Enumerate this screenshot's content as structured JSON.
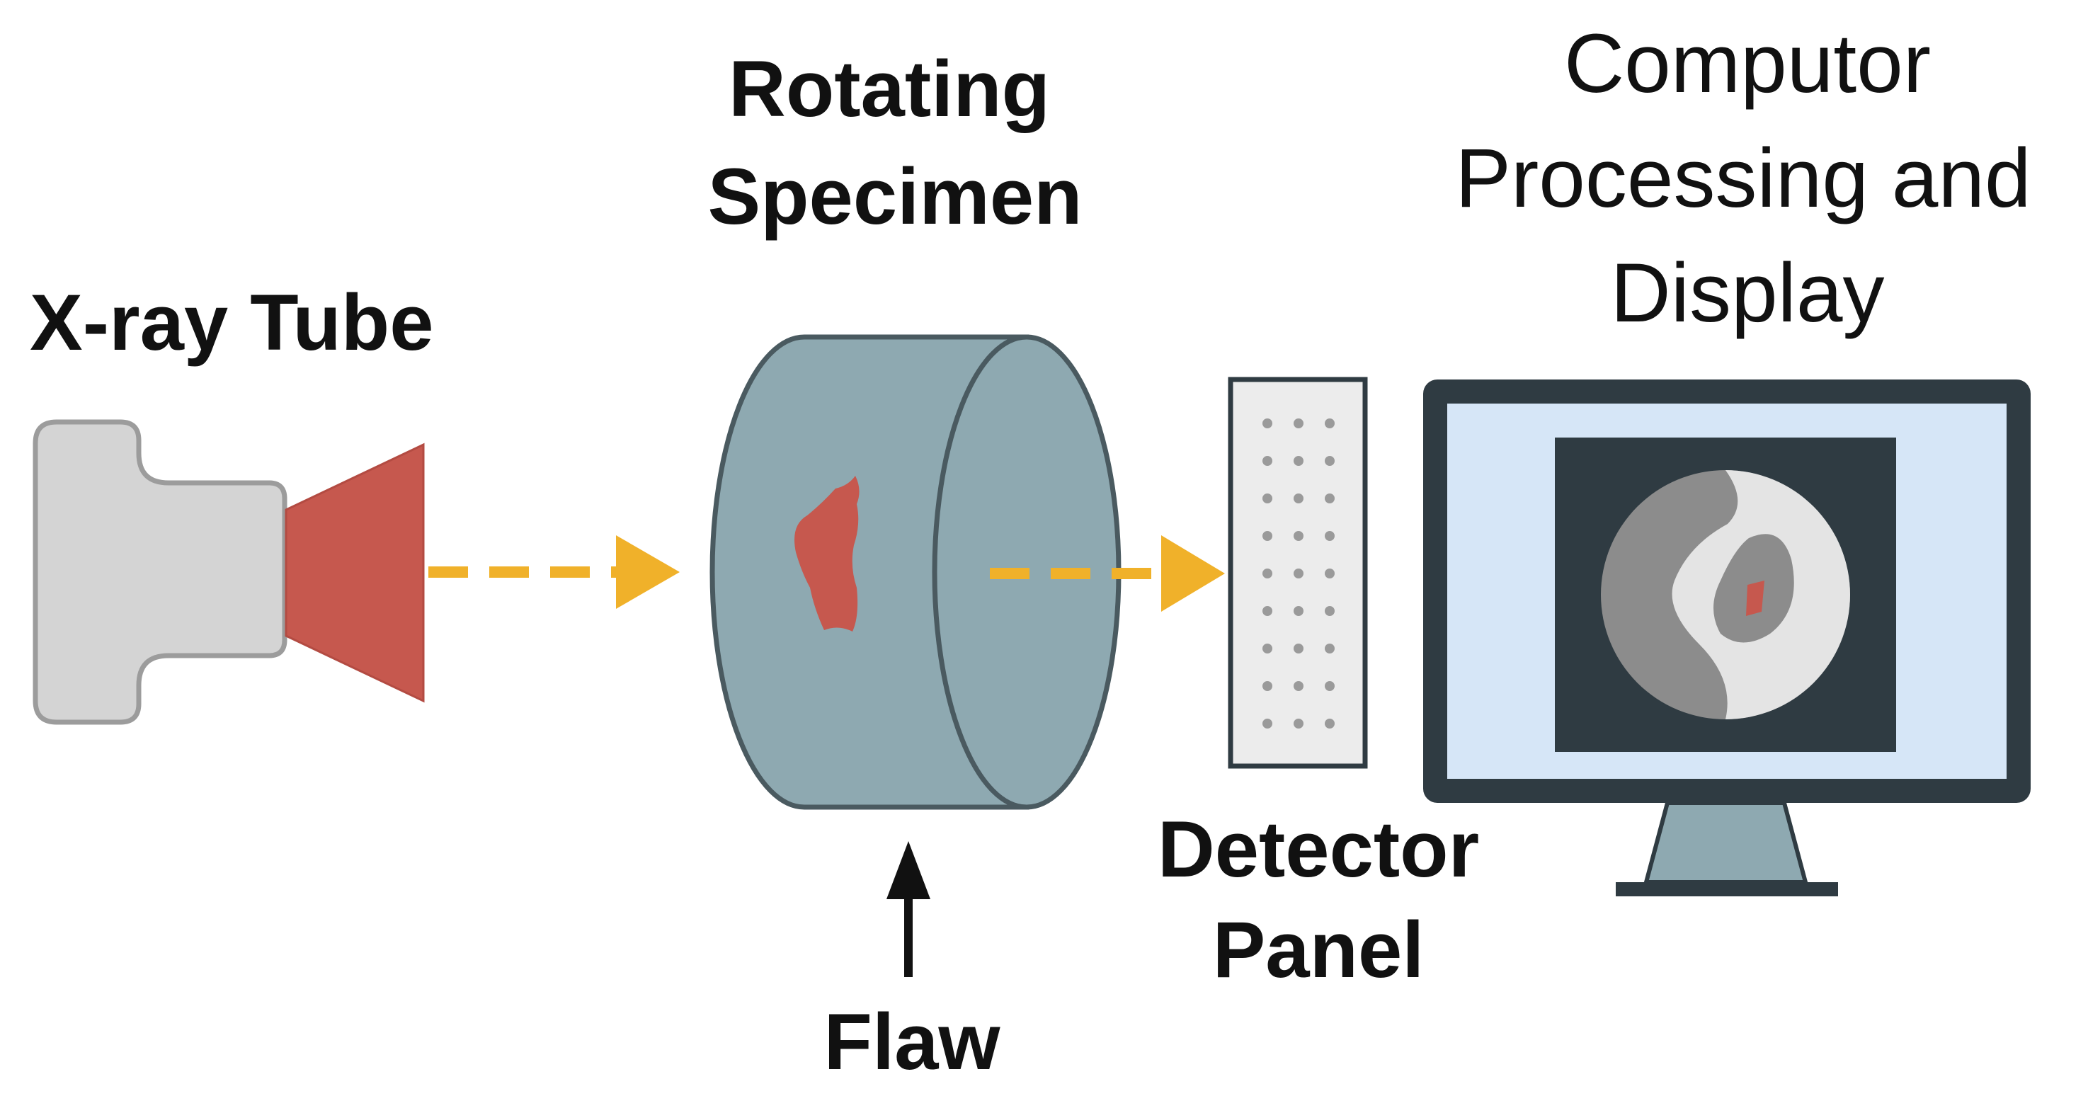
{
  "labels": {
    "xray_tube": "X-ray Tube",
    "specimen_line1": "Rotating",
    "specimen_line2": "Specimen",
    "computer_line1": "Computor",
    "computer_line2": "Processing and",
    "computer_line3": "Display",
    "detector_line1": "Detector",
    "detector_line2": "Panel",
    "flaw": "Flaw"
  },
  "colors": {
    "tube_body": "#d4d4d4",
    "tube_cone": "#c6584e",
    "beam": "#f0b12a",
    "specimen": "#8ea9b1",
    "flaw": "#c6584e",
    "detector": "#ececec",
    "monitor_frame": "#2f3b42",
    "monitor_screen": "#d6e6f7",
    "monitor_stand": "#8ea9b1"
  },
  "icons": [
    "xray-tube-icon",
    "specimen-cylinder-icon",
    "detector-panel-icon",
    "monitor-icon",
    "arrow-icon"
  ]
}
